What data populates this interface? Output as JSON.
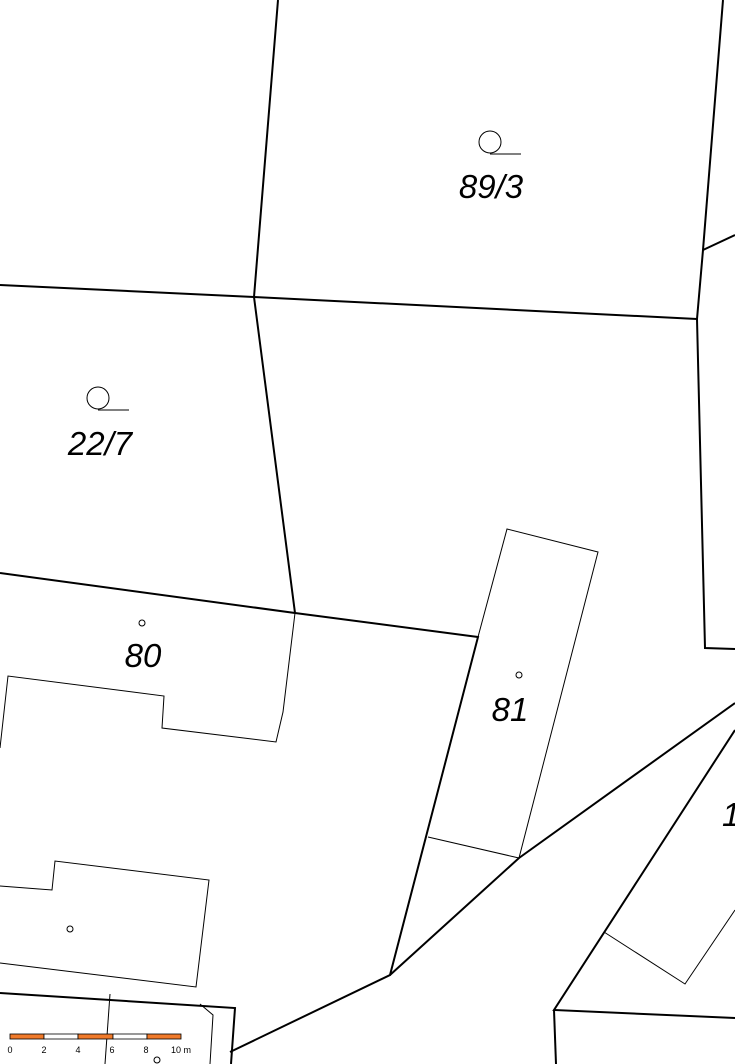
{
  "parcels": [
    {
      "label": "89/3",
      "symbol": "garden-symbol"
    },
    {
      "label": "22/7",
      "symbol": "garden-symbol"
    },
    {
      "label": "80",
      "symbol": "building-point"
    },
    {
      "label": "81",
      "symbol": "building-point"
    },
    {
      "label": "1",
      "symbol": ""
    }
  ],
  "scale_bar": {
    "ticks": [
      "0",
      "2",
      "4",
      "6",
      "8",
      "10 m"
    ],
    "colors": [
      "#f07a2a",
      "#ffffff"
    ]
  }
}
